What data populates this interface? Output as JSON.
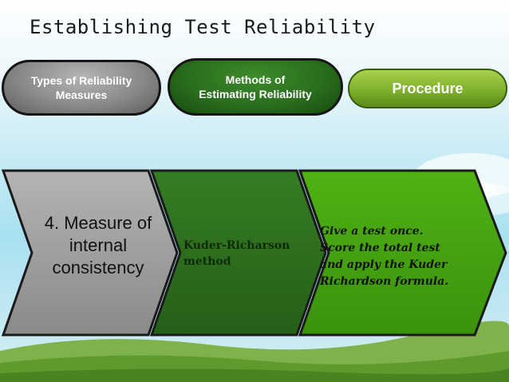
{
  "title": "Establishing Test Reliability",
  "tabs": [
    {
      "label": "Types of Reliability\nMeasures"
    },
    {
      "label": "Methods of\nEstimating Reliability"
    },
    {
      "label": "Procedure"
    }
  ],
  "steps": [
    {
      "text": "4. Measure of\ninternal\nconsistency"
    },
    {
      "text": "Kuder-Richarson\nmethod"
    },
    {
      "text": "Give a test once.\nScore the total test\nand apply the Kuder\n  Richardson formula."
    }
  ],
  "colors": {
    "gray_step": "#9a9a9a",
    "dark_green_step": "#2c6b1e",
    "light_green_step": "#44a010",
    "procedure_tab": "#7fb02c"
  }
}
